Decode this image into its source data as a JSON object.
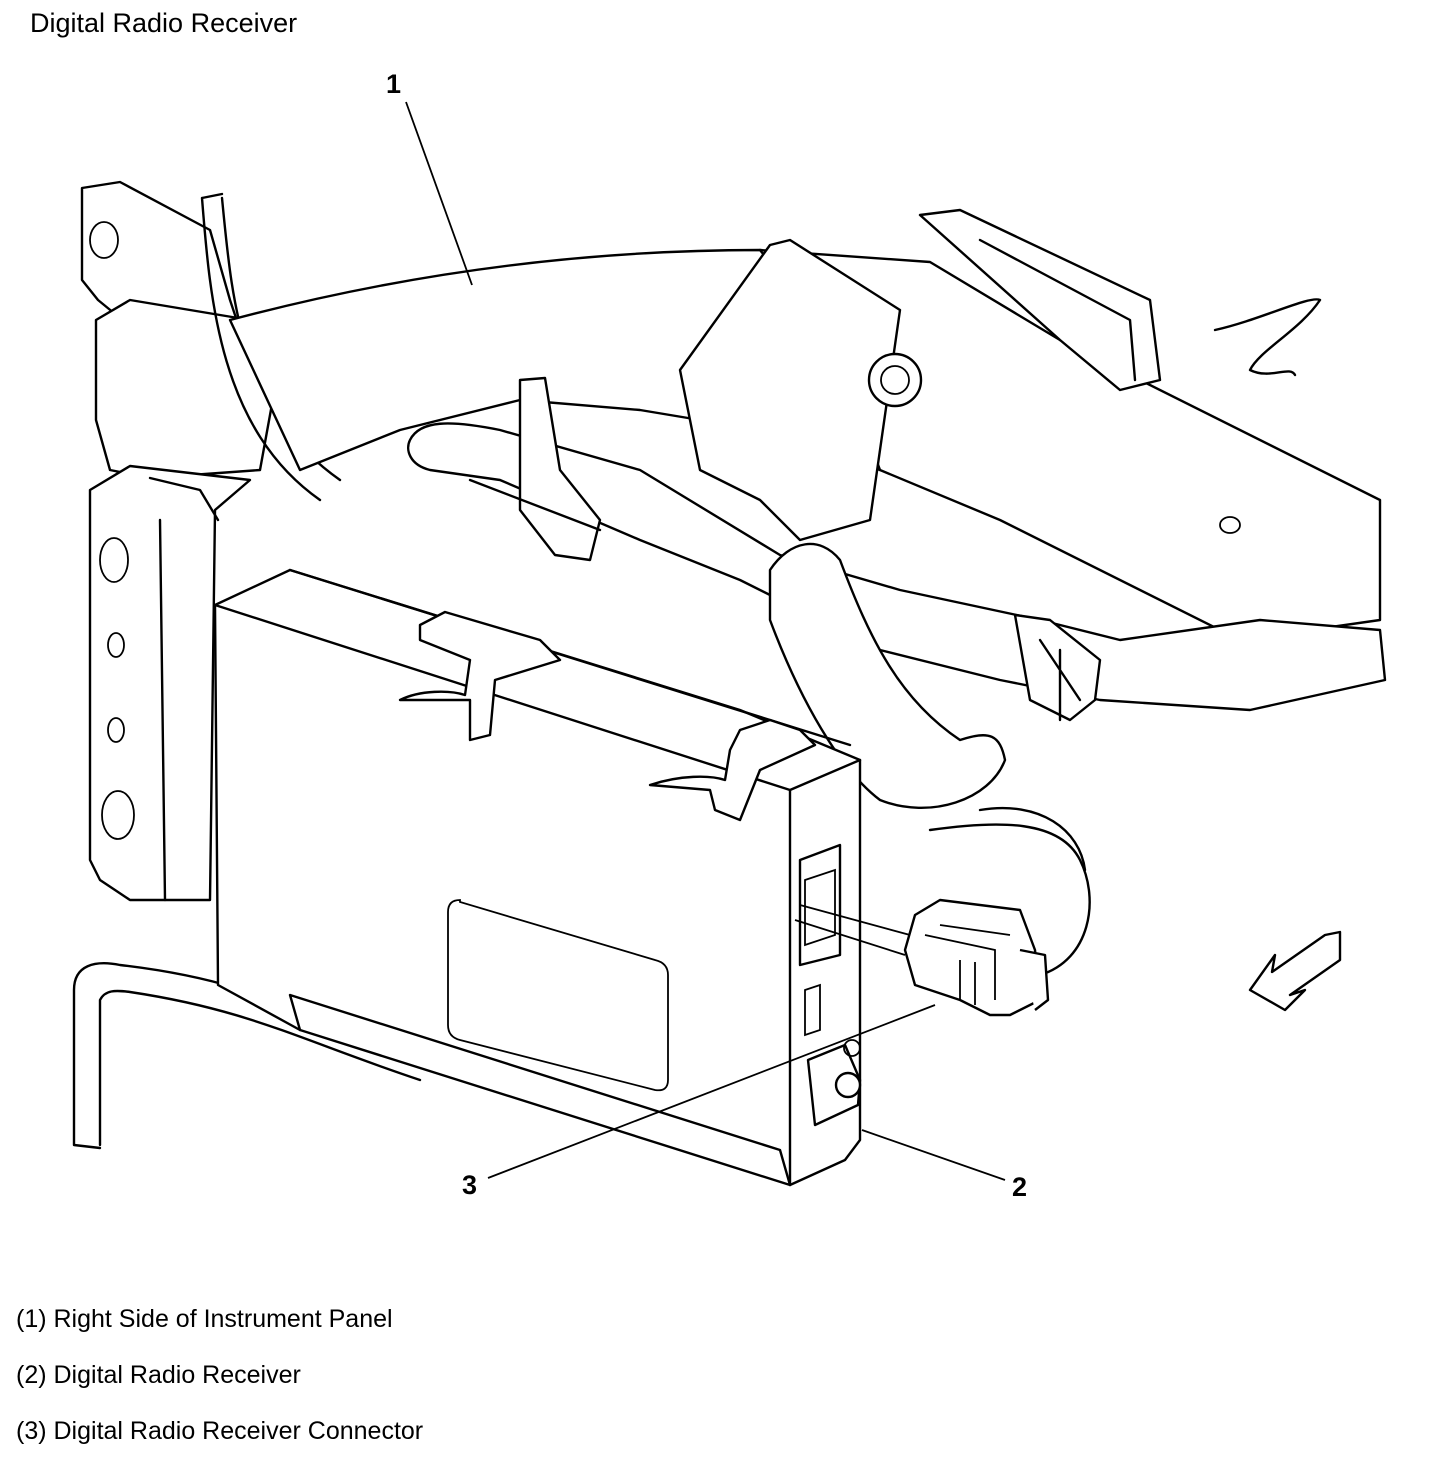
{
  "title": "Digital Radio Receiver",
  "callouts": [
    "1",
    "2",
    "3"
  ],
  "legend": [
    "(1) Right Side of Instrument Panel",
    "(2) Digital Radio Receiver",
    "(3) Digital Radio Receiver Connector"
  ]
}
